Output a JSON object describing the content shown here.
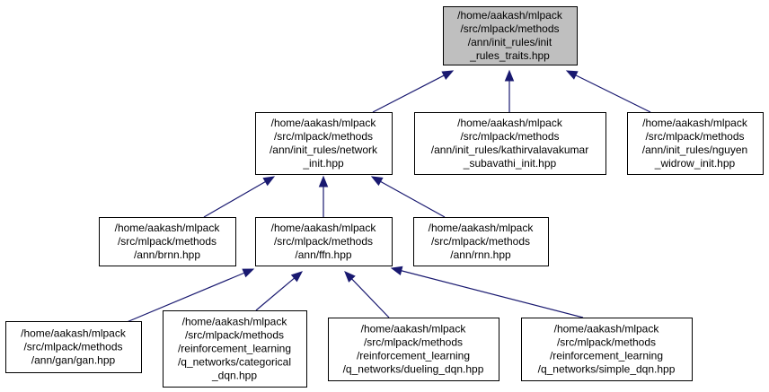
{
  "graph": {
    "nodes": [
      {
        "id": "init_rules_traits",
        "root": true,
        "lines": [
          "/home/aakash/mlpack",
          "/src/mlpack/methods",
          "/ann/init_rules/init",
          "_rules_traits.hpp"
        ]
      },
      {
        "id": "network_init",
        "lines": [
          "/home/aakash/mlpack",
          "/src/mlpack/methods",
          "/ann/init_rules/network",
          "_init.hpp"
        ]
      },
      {
        "id": "kathirvalavakumar_subavathi_init",
        "lines": [
          "/home/aakash/mlpack",
          "/src/mlpack/methods",
          "/ann/init_rules/kathirvalavakumar",
          "_subavathi_init.hpp"
        ]
      },
      {
        "id": "nguyen_widrow_init",
        "lines": [
          "/home/aakash/mlpack",
          "/src/mlpack/methods",
          "/ann/init_rules/nguyen",
          "_widrow_init.hpp"
        ]
      },
      {
        "id": "brnn",
        "lines": [
          "/home/aakash/mlpack",
          "/src/mlpack/methods",
          "/ann/brnn.hpp"
        ]
      },
      {
        "id": "ffn",
        "lines": [
          "/home/aakash/mlpack",
          "/src/mlpack/methods",
          "/ann/ffn.hpp"
        ]
      },
      {
        "id": "rnn",
        "lines": [
          "/home/aakash/mlpack",
          "/src/mlpack/methods",
          "/ann/rnn.hpp"
        ]
      },
      {
        "id": "gan",
        "lines": [
          "/home/aakash/mlpack",
          "/src/mlpack/methods",
          "/ann/gan/gan.hpp"
        ]
      },
      {
        "id": "categorical_dqn",
        "lines": [
          "/home/aakash/mlpack",
          "/src/mlpack/methods",
          "/reinforcement_learning",
          "/q_networks/categorical",
          "_dqn.hpp"
        ]
      },
      {
        "id": "dueling_dqn",
        "lines": [
          "/home/aakash/mlpack",
          "/src/mlpack/methods",
          "/reinforcement_learning",
          "/q_networks/dueling_dqn.hpp"
        ]
      },
      {
        "id": "simple_dqn",
        "lines": [
          "/home/aakash/mlpack",
          "/src/mlpack/methods",
          "/reinforcement_learning",
          "/q_networks/simple_dqn.hpp"
        ]
      }
    ],
    "edges": [
      {
        "from": "network_init",
        "to": "init_rules_traits"
      },
      {
        "from": "kathirvalavakumar_subavathi_init",
        "to": "init_rules_traits"
      },
      {
        "from": "nguyen_widrow_init",
        "to": "init_rules_traits"
      },
      {
        "from": "brnn",
        "to": "network_init"
      },
      {
        "from": "ffn",
        "to": "network_init"
      },
      {
        "from": "rnn",
        "to": "network_init"
      },
      {
        "from": "gan",
        "to": "ffn"
      },
      {
        "from": "categorical_dqn",
        "to": "ffn"
      },
      {
        "from": "dueling_dqn",
        "to": "ffn"
      },
      {
        "from": "simple_dqn",
        "to": "ffn"
      }
    ],
    "colors": {
      "edge": "#191970",
      "root_fill": "#bfbfbf",
      "node_fill": "#ffffff",
      "border": "#000000"
    }
  }
}
